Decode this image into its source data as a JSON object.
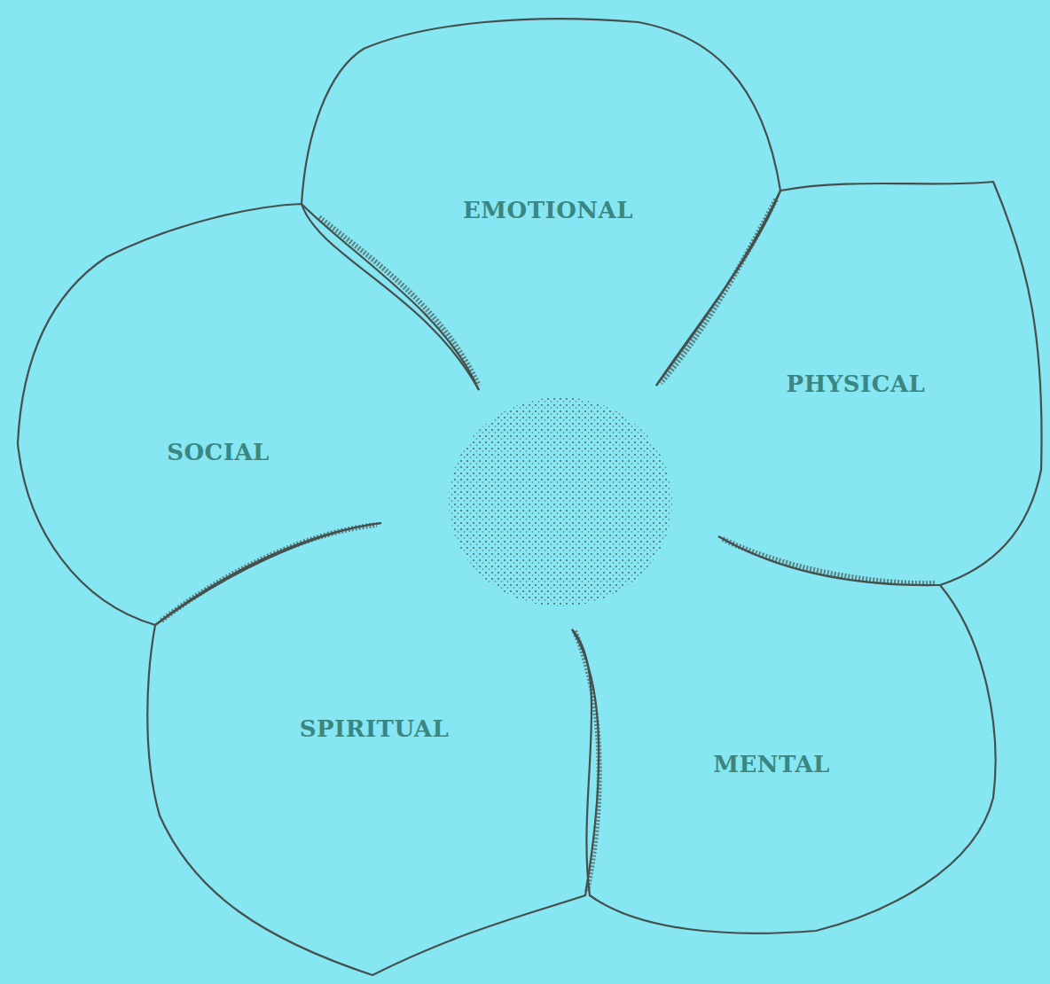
{
  "diagram": {
    "nodes": [
      {
        "text": [
          "EMOTIONAL"
        ]
      },
      {
        "text": [
          "PHYSICAL"
        ]
      },
      {
        "text": [
          "SOCIAL"
        ]
      },
      {
        "text": [
          "SPIRITUAL"
        ]
      },
      {
        "text": [
          "MENTAL"
        ]
      }
    ]
  }
}
